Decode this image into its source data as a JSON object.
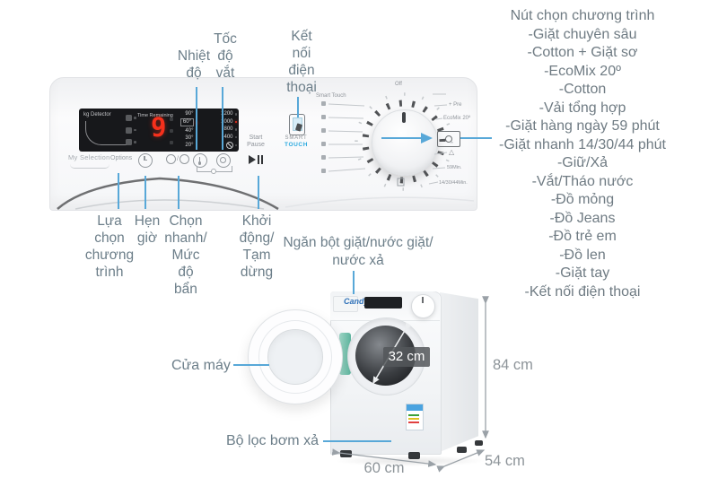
{
  "colors": {
    "line_blue": "#58a8d8",
    "label_text": "#6c7e89",
    "list_text": "#6f7b83",
    "dim_text": "#8d9499",
    "touch_blue": "#2aa9df",
    "digit_red": "#f5301c"
  },
  "annotations": {
    "temp_label": "Nhiệt\nđộ",
    "spin_label": "Tốc\nđộ\nvắt",
    "phone_label": "Kết\nnối\nđiện\nthoại",
    "program_select_label": "Lựa\nchọn\nchương\ntrình",
    "delay_label": "Hẹn\ngiờ",
    "quick_label": "Chọn\nnhanh/\nMức\nđộ\nbẩn",
    "start_label": "Khởi\nđộng/\nTạm\ndừng",
    "drawer_label": "Ngăn bột giặt/nước giặt/\nnước xả",
    "door_label": "Cửa máy",
    "filter_label": "Bộ lọc bơm xả"
  },
  "program_list": {
    "title": "Nút chọn chương trình",
    "items": [
      "-Giặt chuyên sâu",
      "-Cotton + Giặt sơ",
      "-EcoMix 20º",
      "-Cotton",
      "-Vải tổng hợp",
      "-Giặt hàng ngày 59 phút",
      "-Giặt nhanh 14/30/44 phút",
      "-Giữ/Xả",
      "-Vắt/Tháo nước",
      "-Đồ mỏng",
      "-Đồ Jeans",
      "-Đồ trẻ em",
      "-Đồ len",
      "-Giặt tay",
      "-Kết nối điện thoại"
    ]
  },
  "panel": {
    "brand": "Candy",
    "kg_detector": "kg Detector",
    "time_remaining": "Time Remaining",
    "time_value": "9",
    "temps": [
      "90°",
      "60°",
      "40°",
      "30°",
      "20°"
    ],
    "spins": [
      "1200",
      "1000",
      "800",
      "400"
    ],
    "my_selection": "My Selection",
    "options_label": "Options",
    "start_pause": "Start\nPause",
    "smart": {
      "line1": "SMART",
      "line2": "TOUCH"
    },
    "dial": {
      "smart_touch": "Smart Touch",
      "off": "Off",
      "pre": "+ Pre",
      "ecomix": "EcoMix 20º",
      "min59": "59Min.",
      "quick": "14/30/44Min."
    }
  },
  "dimensions": {
    "drum": "32 cm",
    "height": "84 cm",
    "width": "60 cm",
    "depth": "54 cm"
  }
}
